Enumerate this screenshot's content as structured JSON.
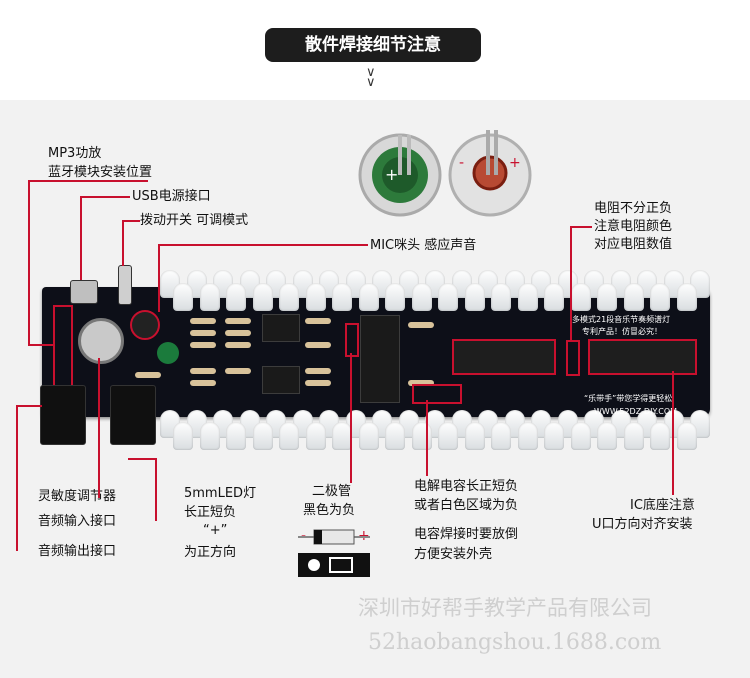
{
  "header": {
    "title": "散件焊接细节注意"
  },
  "callouts": {
    "mp3_line1": "MP3功放",
    "mp3_line2": "蓝牙模块安装位置",
    "usb": "USB电源接口",
    "switch": "拨动开关 可调模式",
    "mic": "MIC咪头 感应声音",
    "resistor_1": "电阻不分正负",
    "resistor_2": "注意电阻颜色",
    "resistor_3": "对应电阻数值",
    "sensitivity": "灵敏度调节器",
    "audio_in": "音频输入接口",
    "audio_out": "音频输出接口",
    "led_1": "5mmLED灯",
    "led_2": "长正短负",
    "led_3": "“+”",
    "led_4": "为正方向",
    "diode_1": "二极管",
    "diode_2": "黑色为负",
    "cap_1": "电解电容长正短负",
    "cap_2": "或者白色区域为负",
    "cap_3": "电容焊接时要放倒",
    "cap_4": "方便安装外壳",
    "ic_1": "IC底座注意",
    "ic_2": "U口方向对齐安装"
  },
  "board": {
    "text_1": "多模式21段音乐节奏频谱灯",
    "text_2": "专利产品！仿冒必究！",
    "text_3": "“乐带手”带您学得更轻松",
    "text_4": "WWW.52DZ-DIY.COM"
  },
  "watermark": {
    "company": "深圳市好帮手教学产品有限公司",
    "url": "52haobangshou.1688.com"
  },
  "colors": {
    "accent": "#c8102e",
    "board": "#0d0f18",
    "title_bg": "#1d1d1d"
  }
}
